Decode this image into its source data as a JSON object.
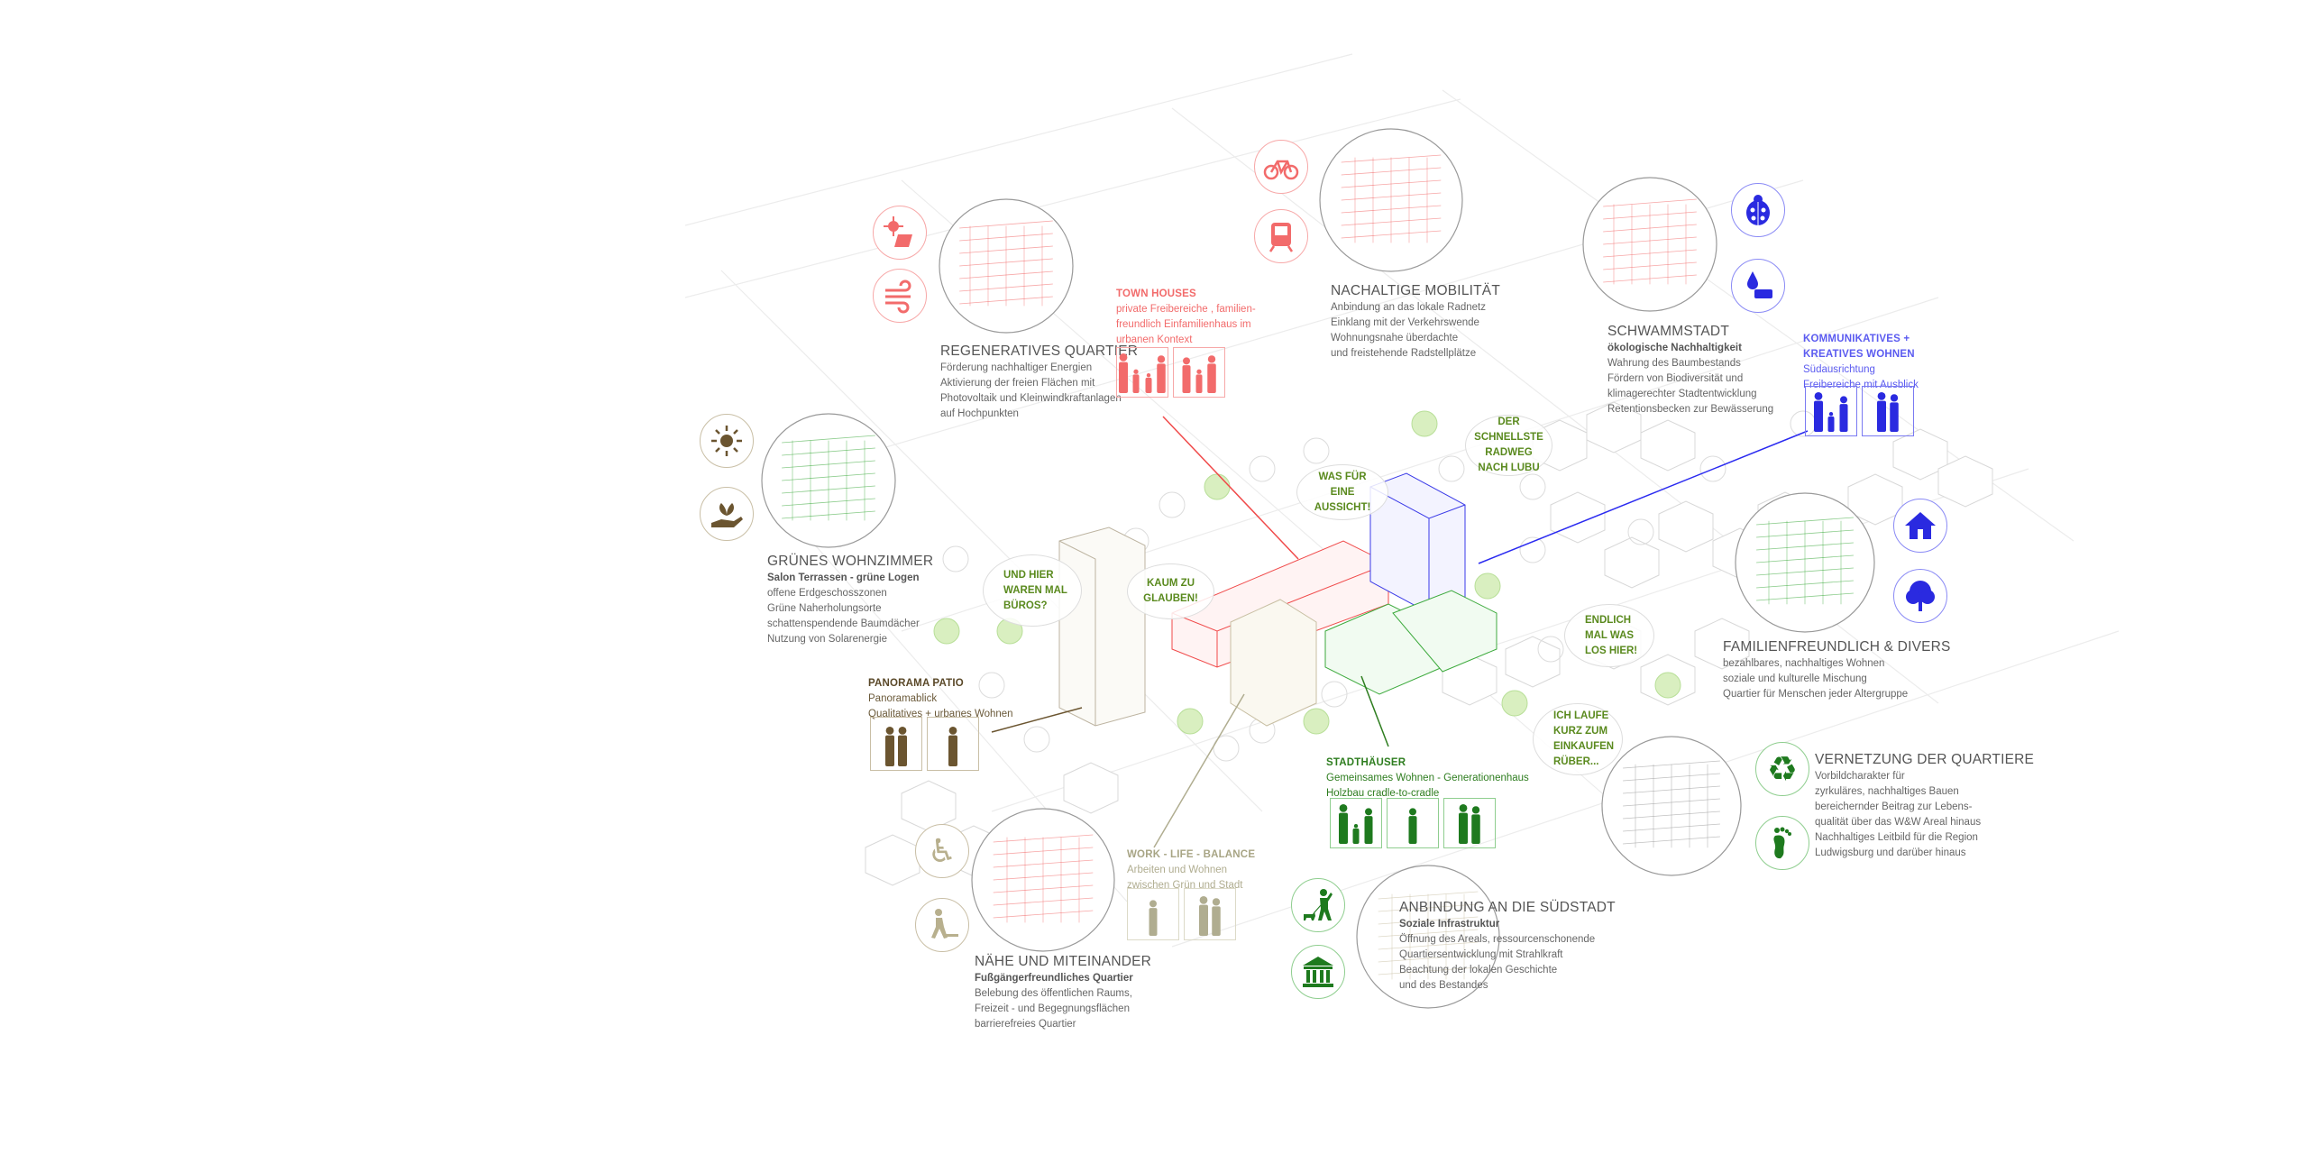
{
  "colors": {
    "red": "#f26b6b",
    "blue": "#3a3ae8",
    "green": "#2e7d1f",
    "brown": "#6b5530",
    "beige": "#b0ad90",
    "bubble_text": "#5a8a1e"
  },
  "regeneratives": {
    "title": "REGENERATIVES QUARTIER",
    "lines": [
      "Förderung nachhaltiger Energien",
      "Aktivierung der freien Flächen mit",
      "Photovoltaik und Kleinwindkraftanlagen",
      "auf Hochpunkten"
    ],
    "icons": [
      "solar-panel-icon",
      "wind-icon"
    ]
  },
  "town_houses": {
    "title": "TOWN HOUSES",
    "lines": [
      "private Freibereiche , familien-",
      "freundlich Einfamilienhaus im",
      "urbanen Kontext"
    ]
  },
  "mobilitaet": {
    "title": "NACHALTIGE MOBILITÄT",
    "lines": [
      "Anbindung an das lokale Radnetz",
      "Einklang mit der Verkehrswende",
      "Wohnungsnahe überdachte",
      "und freistehende Radstellplätze"
    ],
    "icons": [
      "bicycle-icon",
      "train-icon"
    ]
  },
  "schwammstadt": {
    "title": "SCHWAMMSTADT",
    "subtitle": "ökologische Nachhaltigkeit",
    "lines": [
      "Wahrung des Baumbestands",
      "Fördern von Biodiversität und",
      "klimagerechter Stadtentwicklung",
      "Retentionsbecken zur Bewässerung"
    ],
    "icons": [
      "ladybug-icon",
      "water-icon"
    ]
  },
  "kommunikatives": {
    "title_lines": [
      "KOMMUNIKATIVES +",
      "KREATIVES WOHNEN"
    ],
    "lines": [
      "Südausrichtung",
      "Freibereiche mit Ausblick"
    ]
  },
  "gruenes": {
    "title": "GRÜNES WOHNZIMMER",
    "subtitle": "Salon Terrassen - grüne Logen",
    "lines": [
      "offene Erdgeschosszonen",
      "Grüne Naherholungsorte",
      "schattenspendende Baumdächer",
      "Nutzung von Solarenergie"
    ],
    "icons": [
      "sun-icon",
      "plant-hand-icon"
    ]
  },
  "familien": {
    "title": "FAMILIENFREUNDLICH & DIVERS",
    "lines": [
      "bezahlbares, nachhaltiges Wohnen",
      "soziale und kulturelle Mischung",
      "Quartier für Menschen jeder Altergruppe"
    ],
    "icons": [
      "house-icon",
      "tree-icon"
    ]
  },
  "panorama": {
    "title": "PANORAMA PATIO",
    "lines": [
      "Panoramablick",
      "Qualitatives + urbanes Wohnen"
    ]
  },
  "stadthaeuser": {
    "title": "STADTHÄUSER",
    "lines": [
      "Gemeinsames Wohnen - Generationenhaus",
      "Holzbau cradle-to-cradle"
    ]
  },
  "vernetzung": {
    "title": "VERNETZUNG DER QUARTIERE",
    "lines": [
      "Vorbildcharakter für",
      "zyrkuläres, nachhaltiges Bauen",
      "bereichernder Beitrag zur Lebens-",
      "qualität über das W&W Areal hinaus",
      "Nachhaltiges Leitbild für die Region",
      "Ludwigsburg und darüber hinaus"
    ],
    "icons": [
      "recycle-icon",
      "footprint-icon"
    ]
  },
  "work_life": {
    "title": "WORK - LIFE - BALANCE",
    "lines": [
      "Arbeiten und Wohnen",
      "zwischen Grün und Stadt"
    ]
  },
  "anbindung": {
    "title": "ANBINDUNG AN DIE SÜDSTADT",
    "subtitle": "Soziale Infrastruktur",
    "lines": [
      "Öffnung des Areals, ressourcenschonende",
      "Quartiersentwicklung mit Strahlkraft",
      "Beachtung der lokalen Geschichte",
      "und des Bestandes"
    ],
    "icons": [
      "dog-walker-icon",
      "institution-icon"
    ]
  },
  "naehe": {
    "title": "NÄHE UND MITEINANDER",
    "subtitle": "Fußgängerfreundliches Quartier",
    "lines": [
      "Belebung des öffentlichen Raums,",
      "Freizeit - und Begegnungsflächen",
      "barrierefreies Quartier"
    ],
    "icons": [
      "wheelchair-icon",
      "pedestrian-icon"
    ]
  },
  "bubbles": {
    "und_hier": [
      "UND HIER",
      "WAREN MAL",
      "BÜROS?"
    ],
    "kaum": [
      "KAUM ZU",
      "GLAUBEN!"
    ],
    "was_fuer": [
      "WAS FÜR",
      "EINE",
      "AUSSICHT!"
    ],
    "radweg": [
      "DER",
      "SCHNELLSTE",
      "RADWEG",
      "NACH LUBU"
    ],
    "endlich": [
      "ENDLICH",
      "MAL WAS",
      "LOS HIER!"
    ],
    "laufe": [
      "ICH LAUFE",
      "KURZ ZUM",
      "EINKAUFEN",
      "RÜBER..."
    ]
  }
}
